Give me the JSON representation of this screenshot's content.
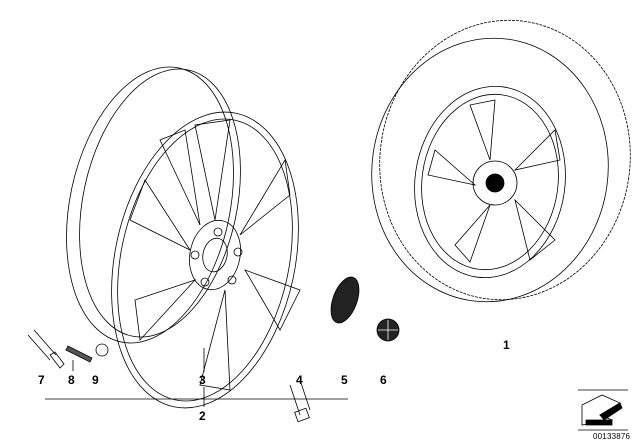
{
  "callouts": {
    "p1": "1",
    "p2": "2",
    "p3": "3",
    "p4": "4",
    "p5": "5",
    "p6": "6",
    "p7": "7",
    "p8": "8",
    "p9": "9"
  },
  "diagram_id": "00133876"
}
